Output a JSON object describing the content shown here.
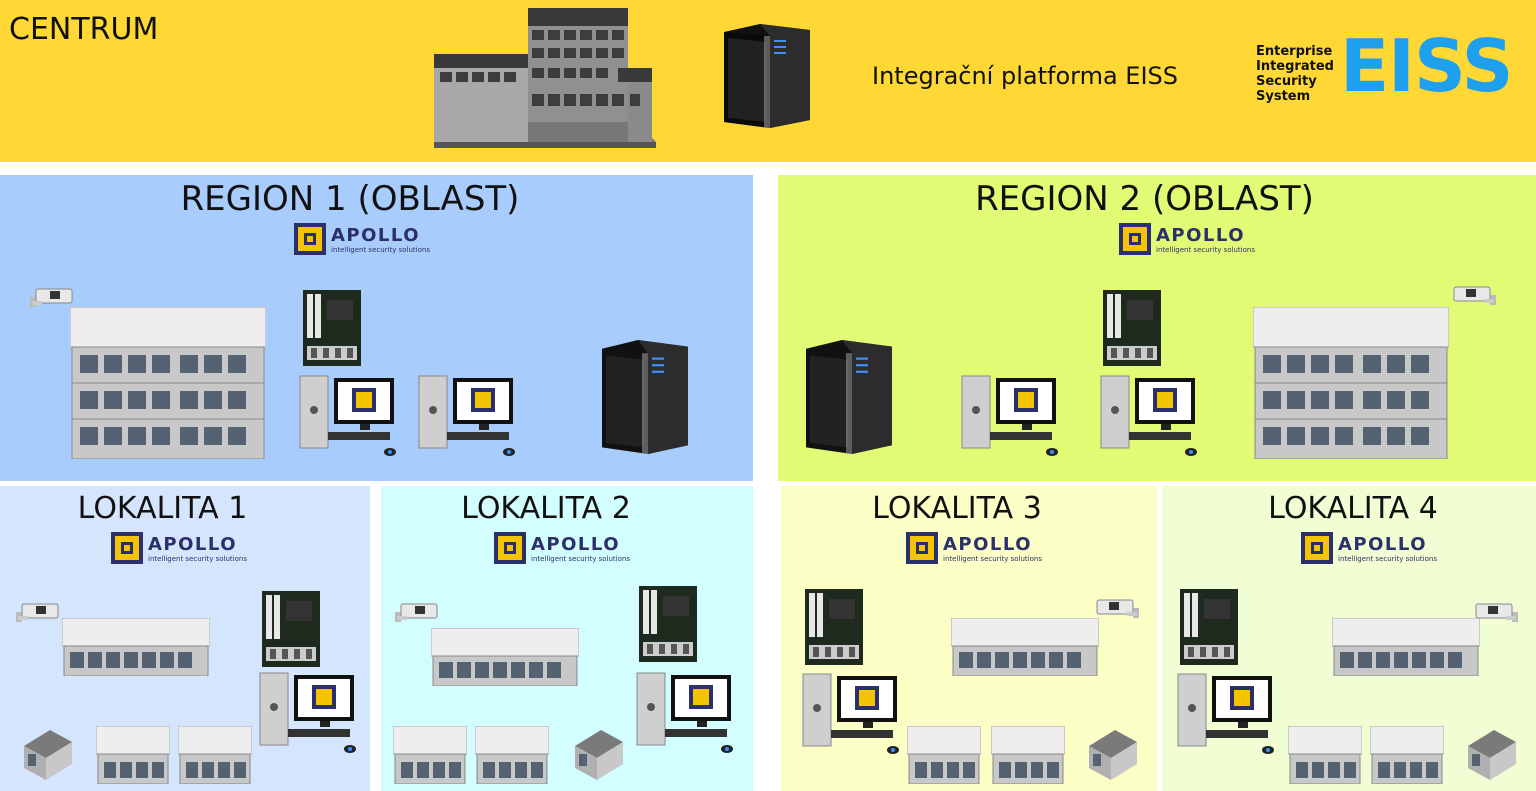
{
  "centrum": {
    "label": "CENTRUM",
    "platform": "Integrační platforma EISS",
    "eiss_full": [
      "Enterprise",
      "Integrated",
      "Security",
      "System"
    ],
    "eiss_abbr": "EISS"
  },
  "apollo": {
    "brand": "APOLLO",
    "tagline": "intelligent security solutions"
  },
  "regions": [
    {
      "title": "REGION 1 (OBLAST)"
    },
    {
      "title": "REGION 2 (OBLAST)"
    }
  ],
  "lokality": [
    {
      "title": "LOKALITA 1"
    },
    {
      "title": "LOKALITA 2"
    },
    {
      "title": "LOKALITA 3"
    },
    {
      "title": "LOKALITA 4"
    }
  ],
  "colors": {
    "centrum_bg": "#ffd836",
    "region1_bg": "#a8ccfc",
    "region2_bg": "#e2fb74",
    "lokalita1_bg": "#d6e5fe",
    "lokalita2_bg": "#d2feff",
    "lokalita3_bg": "#fbffc6",
    "lokalita4_bg": "#f1fdd2",
    "eiss_blue": "#1ea0ee",
    "apollo_navy": "#2b2f6b",
    "apollo_gold": "#f5c400"
  },
  "icons": [
    "office-building-icon",
    "server-tower-icon",
    "camera-icon",
    "control-board-icon",
    "workstation-icon",
    "apartment-building-icon",
    "warehouse-icon",
    "small-building-icon",
    "shed-icon",
    "apollo-chip-icon"
  ]
}
